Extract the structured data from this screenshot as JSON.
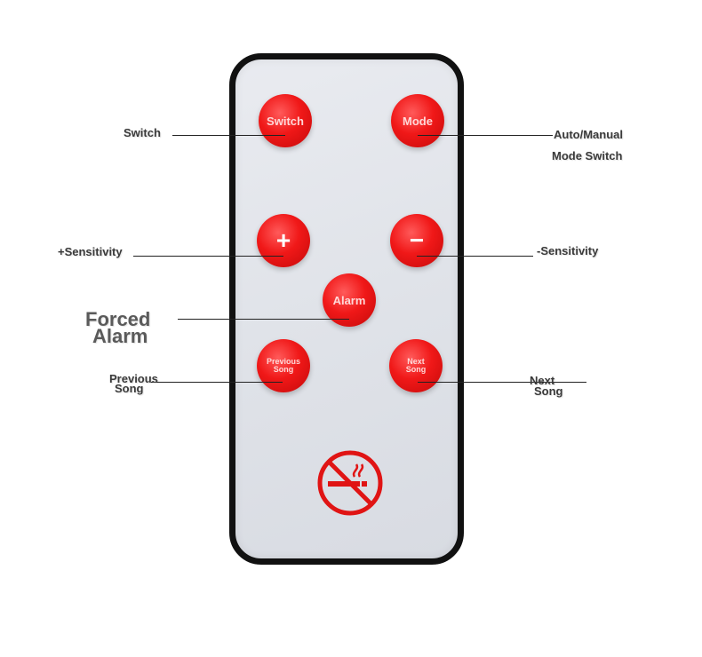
{
  "buttons": {
    "switch": "Switch",
    "mode": "Mode",
    "plus": "+",
    "minus": "−",
    "alarm": "Alarm",
    "previous_song": [
      "Previous",
      "Song"
    ],
    "next_song": [
      "Next",
      "Song"
    ]
  },
  "labels": {
    "switch": "Switch",
    "auto_manual": [
      "Auto/Manual",
      "Mode Switch"
    ],
    "plus_sensitivity": "+Sensitivity",
    "minus_sensitivity": "-Sensitivity",
    "forced_alarm": [
      "Forced",
      "Alarm"
    ],
    "previous_song": [
      "Previous",
      "Song"
    ],
    "next_song": [
      "Next",
      "Song"
    ]
  },
  "colors": {
    "button_red": "#f01818",
    "remote_body": "#e3e6ec",
    "frame": "#111111"
  },
  "icons": {
    "no_smoking": "no-smoking-icon"
  }
}
